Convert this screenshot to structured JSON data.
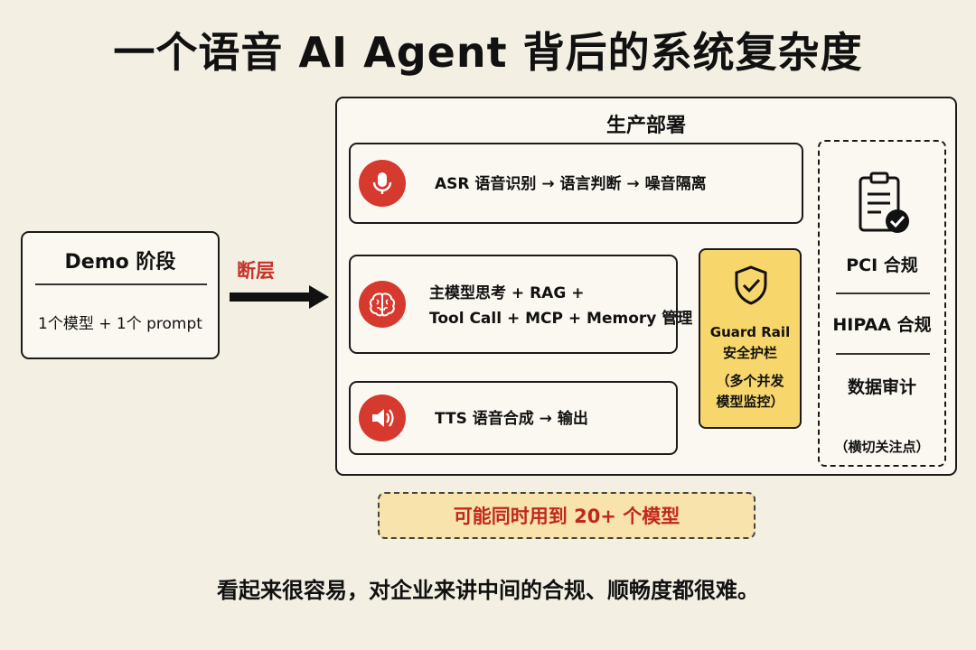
{
  "title": "一个语音 AI Agent 背后的系统复杂度",
  "demo": {
    "title": "Demo 阶段",
    "description": "1个模型 + 1个 prompt"
  },
  "gap_label": "断层",
  "production": {
    "title": "生产部署",
    "steps": [
      {
        "icon": "microphone-icon",
        "lines": [
          "ASR 语音识别 → 语言判断 → 噪音隔离"
        ]
      },
      {
        "icon": "brain-icon",
        "lines": [
          "主模型思考 + RAG +",
          "Tool Call + MCP + Memory 管理"
        ]
      },
      {
        "icon": "speaker-icon",
        "lines": [
          "TTS 语音合成 → 输出"
        ]
      }
    ],
    "guard_rail": {
      "icon": "shield-check-icon",
      "title": "Guard Rail",
      "subtitle": "安全护栏",
      "note_line1": "（多个并发",
      "note_line2": "模型监控）"
    },
    "compliance": {
      "icon": "clipboard-check-icon",
      "items": [
        "PCI 合规",
        "HIPAA 合规",
        "数据审计"
      ],
      "note": "（横切关注点）"
    }
  },
  "highlight": "可能同时用到 20+ 个模型",
  "footer": "看起来很容易，对企业来讲中间的合规、顺畅度都很难。",
  "colors": {
    "background": "#f4efe3",
    "accent_red": "#d63a2e",
    "guard_yellow": "#f7d66c",
    "highlight_fill": "#f9e3ad"
  }
}
